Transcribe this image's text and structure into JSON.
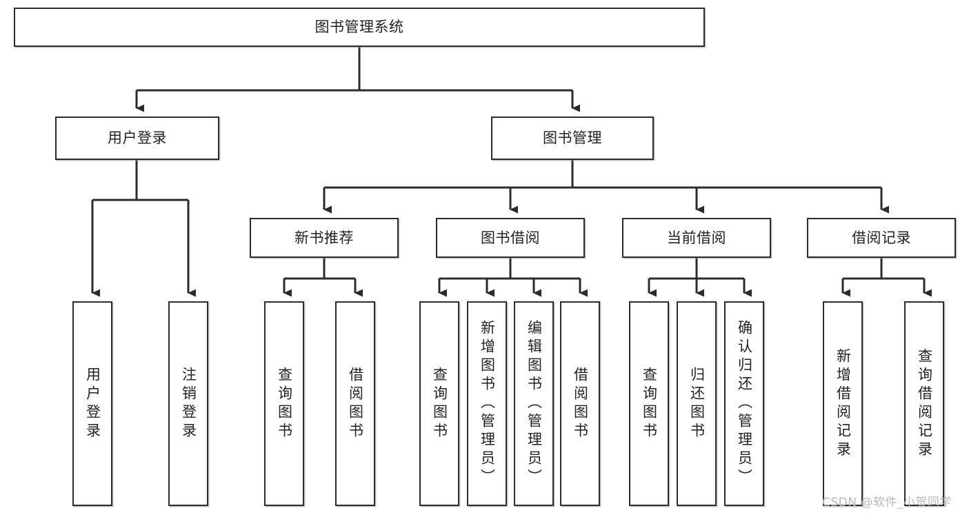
{
  "diagram": {
    "type": "tree-hierarchy-diagram",
    "title": "图书管理系统",
    "orientation": "top-down",
    "levels": 4,
    "style": {
      "box_fill": "#ffffff",
      "box_border": "#2b2b2b",
      "connector_color": "#2b2b2b",
      "text_color": "#222222",
      "background": "#ffffff",
      "arrowheads": "filled-triangle-down"
    }
  },
  "nodes": {
    "root": {
      "label": "图书管理系统"
    },
    "level2": [
      {
        "id": "user-login",
        "label": "用户登录"
      },
      {
        "id": "book-management",
        "label": "图书管理"
      }
    ],
    "level3": [
      {
        "id": "new-book-recommend",
        "label": "新书推荐"
      },
      {
        "id": "book-borrow",
        "label": "图书借阅"
      },
      {
        "id": "current-borrow",
        "label": "当前借阅"
      },
      {
        "id": "borrow-record",
        "label": "借阅记录"
      }
    ],
    "leaves": {
      "user-login": [
        {
          "id": "leaf-user-login",
          "label": "用户登录"
        },
        {
          "id": "leaf-logout-login",
          "label": "注销登录"
        }
      ],
      "new-book-recommend": [
        {
          "id": "leaf-query-book-1",
          "label": "查询图书"
        },
        {
          "id": "leaf-borrow-book-1",
          "label": "借阅图书"
        }
      ],
      "book-borrow": [
        {
          "id": "leaf-query-book-2",
          "label": "查询图书"
        },
        {
          "id": "leaf-add-book",
          "label": "新增图书（管理员）"
        },
        {
          "id": "leaf-edit-book",
          "label": "编辑图书（管理员）"
        },
        {
          "id": "leaf-borrow-book-2",
          "label": "借阅图书"
        }
      ],
      "current-borrow": [
        {
          "id": "leaf-query-book-3",
          "label": "查询图书"
        },
        {
          "id": "leaf-return-book",
          "label": "归还图书"
        },
        {
          "id": "leaf-confirm-return",
          "label": "确认归还（管理员）"
        }
      ],
      "borrow-record": [
        {
          "id": "leaf-add-borrow-record",
          "label": "新增借阅记录"
        },
        {
          "id": "leaf-query-borrow-record",
          "label": "查询借阅记录"
        }
      ]
    }
  },
  "watermark": {
    "text": "CSDN @软件_小贺同学"
  }
}
